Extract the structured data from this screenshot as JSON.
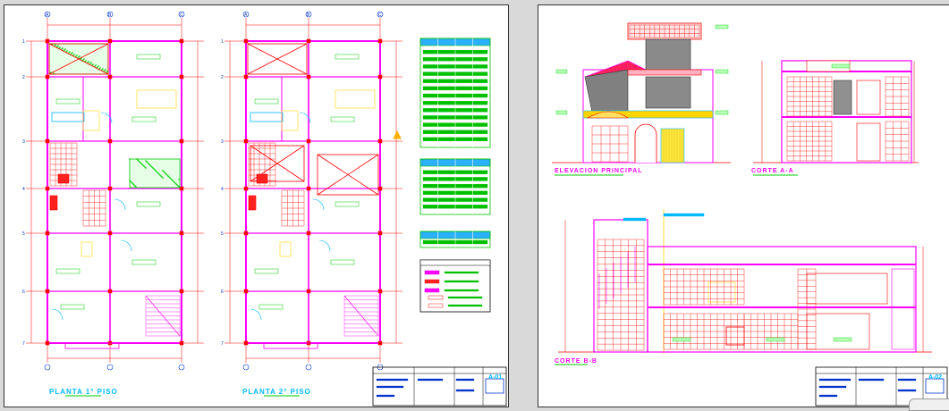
{
  "sheets": [
    {
      "titles": [
        "PLANTA 1° PISO",
        "PLANTA 2° PISO"
      ],
      "title_block": {
        "sheet_code": "A-01"
      }
    },
    {
      "titles": [
        "ELEVACION PRINCIPAL",
        "CORTE A-A",
        "CORTE B-B"
      ],
      "title_block": {
        "sheet_code": "A-02"
      }
    }
  ],
  "grid_axes": {
    "letters": [
      "A",
      "B",
      "C"
    ],
    "numbers": [
      "1",
      "2",
      "3",
      "4",
      "5",
      "6",
      "7"
    ]
  },
  "colors": {
    "outline": "#ff0000",
    "wall": "#ff00ff",
    "hatch": "#00cc00",
    "fixture": "#00b8ff",
    "furniture": "#ffd400",
    "tables": "#00c000",
    "pen": "#0033cc"
  }
}
